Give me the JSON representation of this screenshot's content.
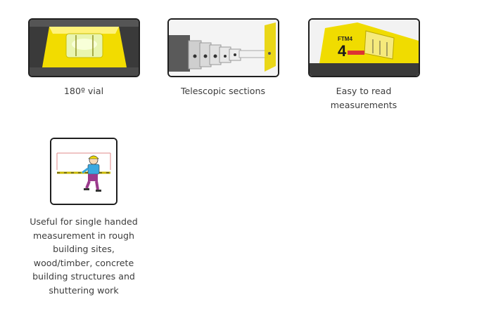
{
  "features": [
    {
      "caption": "180º vial",
      "image": "spirit-level-vial"
    },
    {
      "caption": "Telescopic sections",
      "image": "telescopic-sections"
    },
    {
      "caption": "Easy to read measurements",
      "image": "measurement-scale",
      "image_text": "FTM4"
    },
    {
      "caption": "Useful for single handed measurement in rough building sites, wood/timber, concrete building structures and shuttering work",
      "image": "worker-measuring-icon"
    }
  ],
  "colors": {
    "level_yellow": "#f5e000",
    "frame_dark": "#2b2b2b",
    "worker_blue": "#3aa8e0",
    "worker_purple": "#9b3a8d"
  }
}
